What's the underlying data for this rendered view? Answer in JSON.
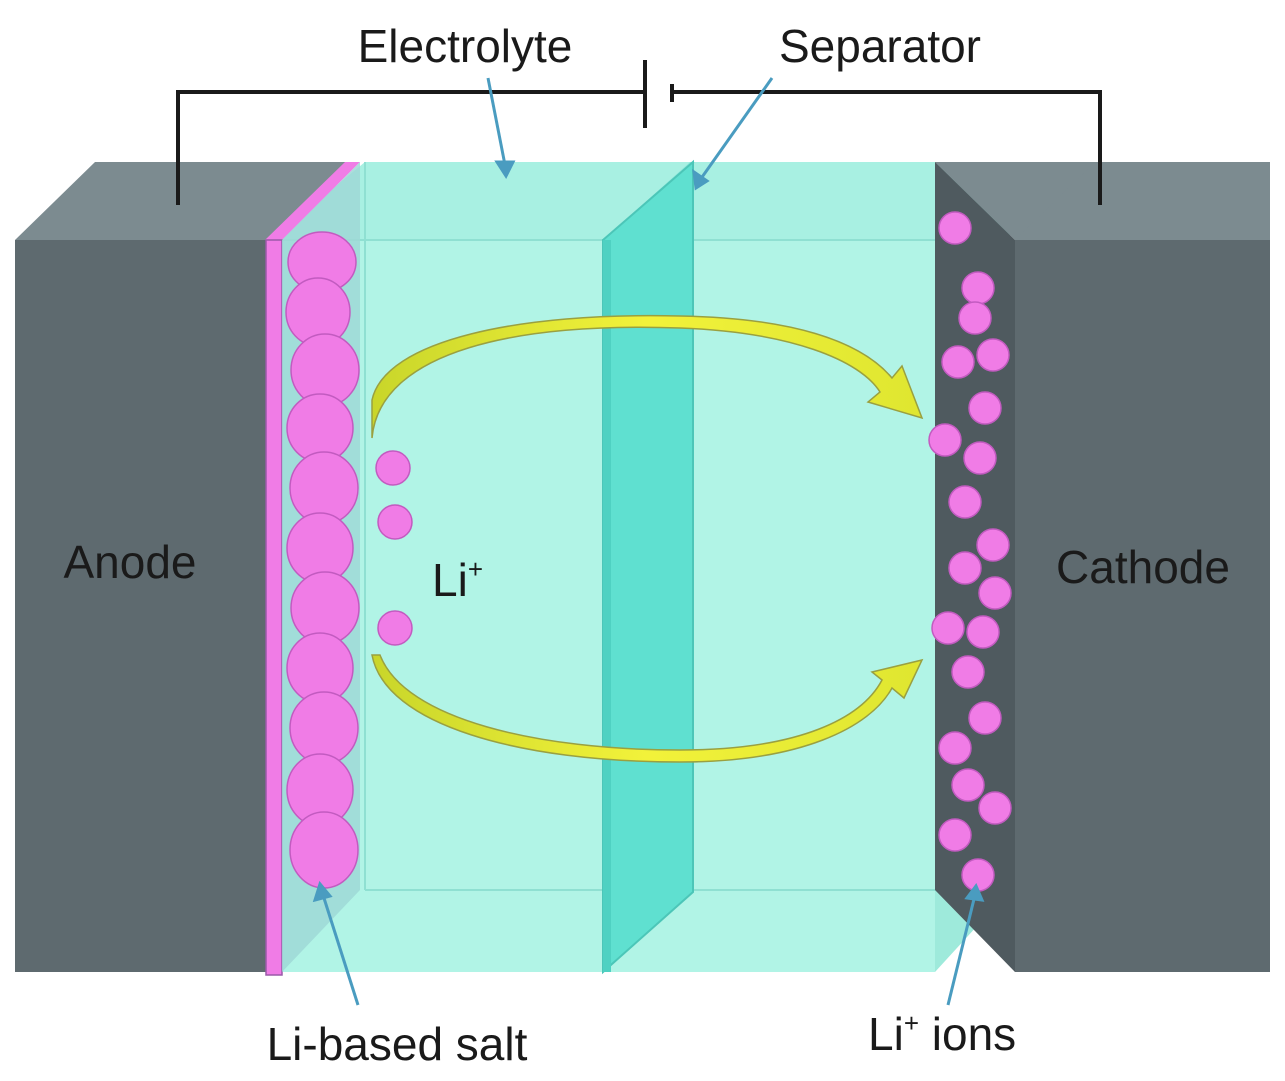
{
  "labels": {
    "electrolyte": "Electrolyte",
    "separator": "Separator",
    "anode": "Anode",
    "cathode": "Cathode",
    "li_ion_base": "Li",
    "li_ion_sup": "+",
    "li_salt": "Li-based salt",
    "li_ions_base": "Li",
    "li_ions_sup": "+",
    "li_ions_word": " ions"
  },
  "colors": {
    "electrode": "#5d6a6f",
    "electrode_top": "#7b8a90",
    "electrolyte": "#aaf2e4",
    "separator": "#5fe0d0",
    "li_salt": "#f07ce6",
    "li_ion": "#f07ce6",
    "arrow": "#e8e830",
    "pointer_line": "#4a9cc0"
  }
}
